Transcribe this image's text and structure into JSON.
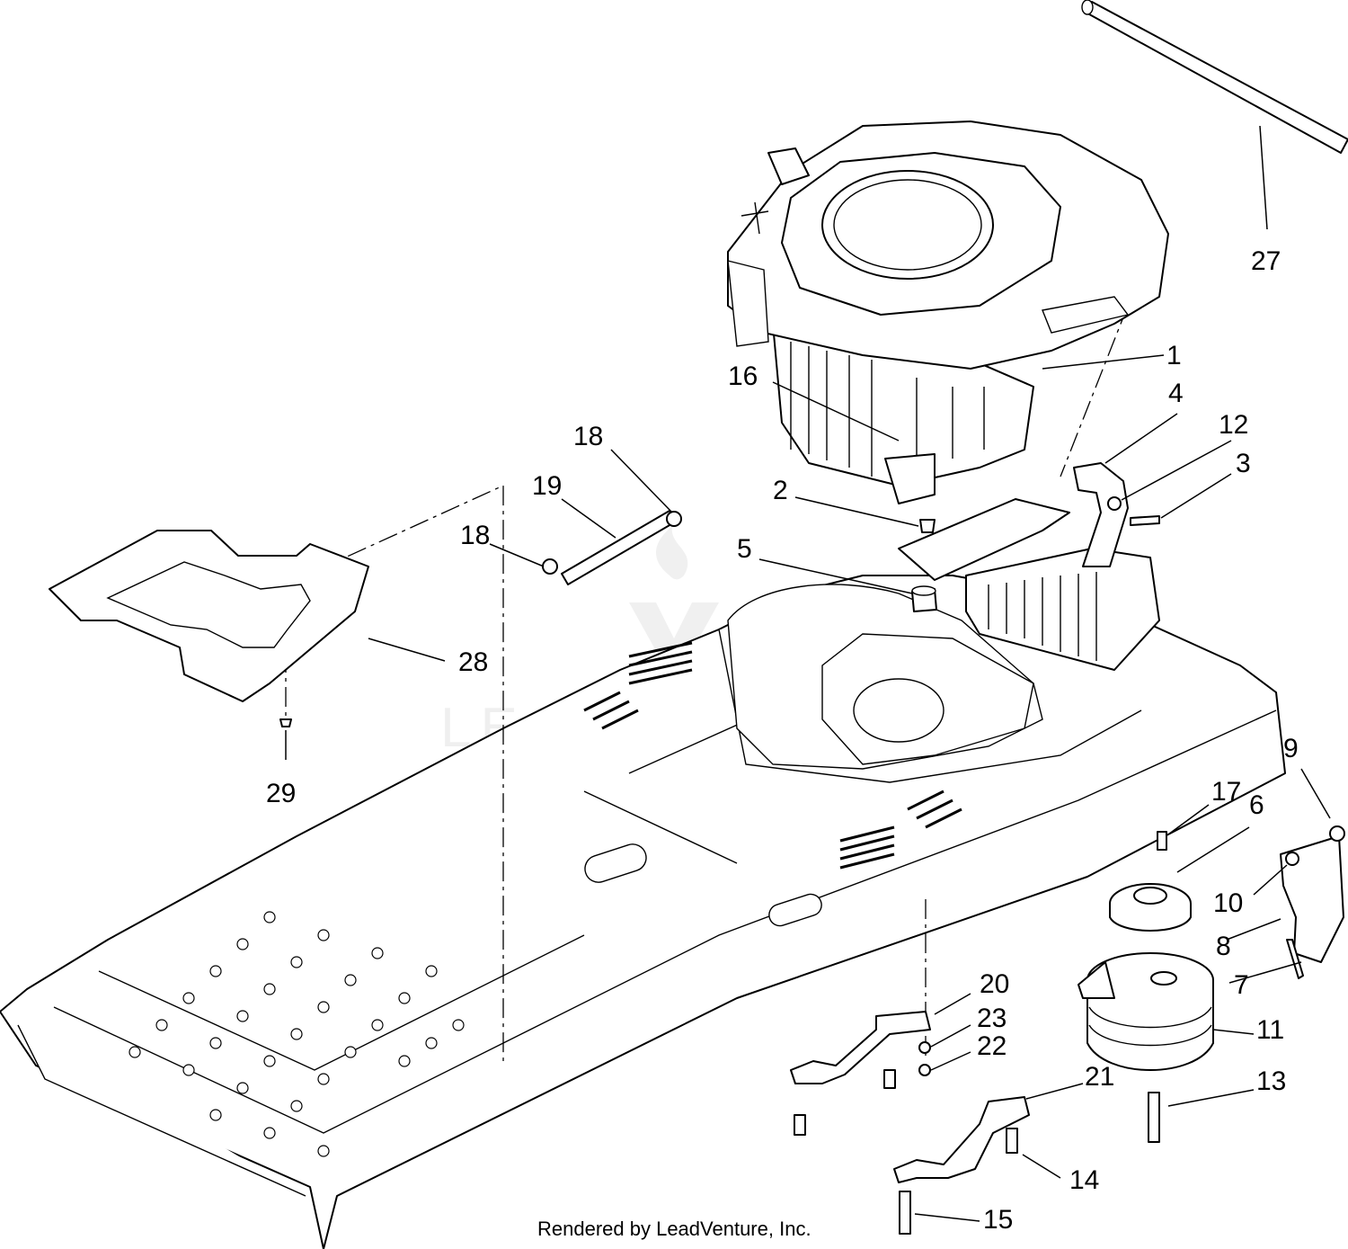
{
  "callouts": {
    "c1": "1",
    "c2": "2",
    "c3": "3",
    "c4": "4",
    "c5": "5",
    "c6": "6",
    "c7": "7",
    "c8": "8",
    "c9": "9",
    "c10": "10",
    "c11": "11",
    "c12": "12",
    "c13": "13",
    "c14": "14",
    "c15": "15",
    "c16": "16",
    "c17": "17",
    "c18a": "18",
    "c18b": "18",
    "c19": "19",
    "c20": "20",
    "c21": "21",
    "c22": "22",
    "c23": "23",
    "c27": "27",
    "c28": "28",
    "c29": "29"
  },
  "footer": {
    "credit": "Rendered by LeadVenture, Inc."
  },
  "watermark": {
    "text": "LEADVENTURE"
  }
}
